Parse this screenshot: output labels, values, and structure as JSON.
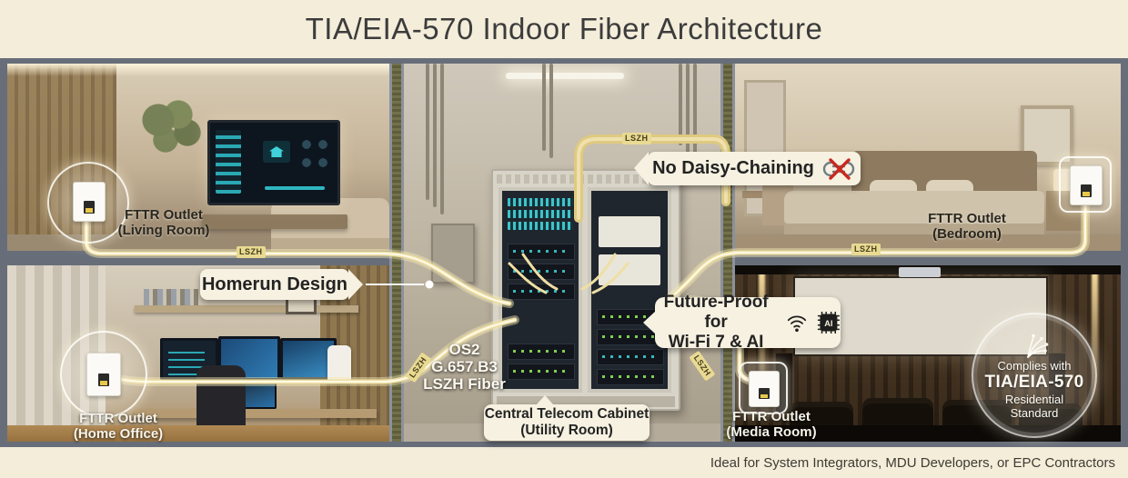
{
  "header": {
    "title": "TIA/EIA-570 Indoor Fiber Architecture"
  },
  "footer": {
    "text": "Ideal for System Integrators, MDU Developers, or EPC Contractors"
  },
  "outlet_labels": {
    "living": {
      "line1": "FTTR Outlet",
      "line2": "(Living Room)"
    },
    "bedroom": {
      "line1": "FTTR Outlet",
      "line2": "(Bedroom)"
    },
    "office": {
      "line1": "FTTR Outlet",
      "line2": "(Home Office)"
    },
    "media": {
      "line1": "FTTR Outlet",
      "line2": "(Media Room)"
    }
  },
  "callouts": {
    "no_daisy": {
      "label": "No Daisy-Chaining",
      "icon": "chain-links-crossed-icon"
    },
    "homerun": {
      "label": "Homerun Design"
    },
    "future": {
      "line1": "Future-Proof for",
      "line2": "Wi-Fi 7 & AI",
      "ai_label": "AI",
      "icons": [
        "wifi-7-icon",
        "ai-chip-icon"
      ]
    },
    "cabinet": {
      "line1": "Central Telecom Cabinet",
      "line2": "(Utility Room)"
    }
  },
  "fiber_spec": {
    "line1": "OS2",
    "line2": "G.657.B3",
    "line3": "LSZH Fiber"
  },
  "cable_tag": "LSZH",
  "badge": {
    "line1": "Complies with",
    "line2": "TIA/EIA-570",
    "line3": "Residential",
    "line4": "Standard"
  },
  "colors": {
    "cream": "#f3edda",
    "fiber": "#f0dfa4",
    "alert_red": "#c8281e",
    "tag_yellow": "#e9da93",
    "screen_teal": "#3fd2da"
  }
}
